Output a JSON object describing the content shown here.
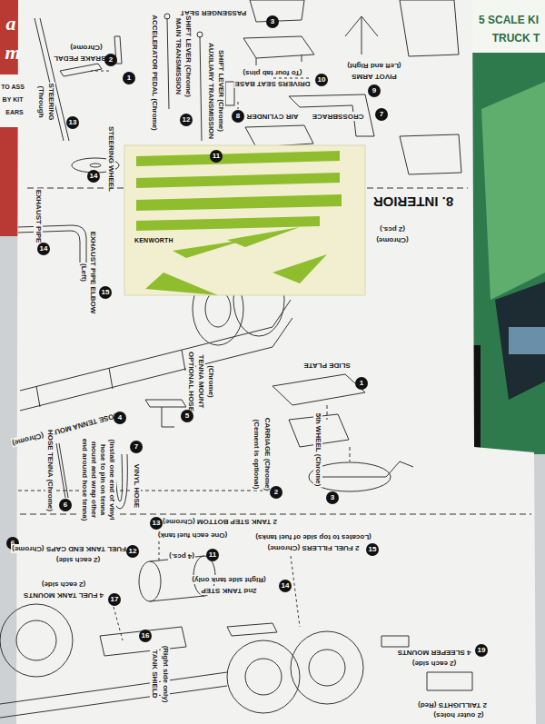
{
  "diagram": {
    "nodes": [
      {
        "text": [
          "KENWORTH"
        ]
      }
    ],
    "labels": [
      "PASSENGER SEAT",
      "3",
      "(Chrome)",
      "BRAKE PEDAL",
      "2",
      "1",
      "ACCELERATOR PEDAL (Chrome)",
      "MAIN TRANSMISSION",
      "SHIFT LEVER (Chrome)",
      "12",
      "AUXILIARY TRANSMISSION",
      "SHIFT LEVER (Chrome)",
      "11",
      "STEERING",
      "(Through",
      "13",
      "DRIVERS SEAT BASE",
      "(To four tab pins)",
      "10",
      "PIVOT ARMS",
      "(Left and Right)",
      "9",
      "AIR CYLINDER",
      "8",
      "CROSSBRACE",
      "7",
      "STEERING WHEEL",
      "14",
      "8. INTERIOR",
      "(2 pcs.)",
      "(Chrome)",
      "EXHAUST PIPE",
      "14",
      "EXHAUST PIPE ELBOW",
      "(Left)",
      "15",
      "SLIDE PLATE",
      "1",
      "CARRIAGE (Chrome)",
      "(Cement is optional)",
      "2",
      "5th WHEEL (Chrome)",
      "3",
      "OPTIONAL HOSE",
      "TENNA MOUNT",
      "(Chrome)",
      "5",
      "HOSE TENNA MOUNT (Chrome)",
      "4",
      "VINYL HOSE",
      "7",
      "(Install one end of vinyl hose to pin on tenna mount and wrap other end around hose tenna)",
      "6",
      "HOSE TENNA (Chrome)",
      "6",
      "2 TANK STEP BOTTOM (Chrome)",
      "13",
      "(One each fuel tank)",
      "2 FUEL FILLERS (Chrome)",
      "(Locates to top side of fuel tanks)",
      "15",
      "FUEL TANK END CAPS (Chrome)",
      "(2 each side)",
      "12",
      "11",
      "(4 pcs.)",
      "(Right side tank only)",
      "2nd TANK STEP",
      "14",
      "4 FUEL TANK MOUNTS",
      "(2 each side)",
      "17",
      "16",
      "TANK SHIELD",
      "(Right side only)",
      "4 SLEEPER MOUNTS",
      "(2 each side)",
      "19",
      "2 TAILLIGHTS (Red)",
      "(2 outer holes)",
      "5 SCALE KI",
      "TRUCK T",
      "a",
      "m",
      "TO ASS",
      "BY KIT",
      "EARS"
    ]
  }
}
